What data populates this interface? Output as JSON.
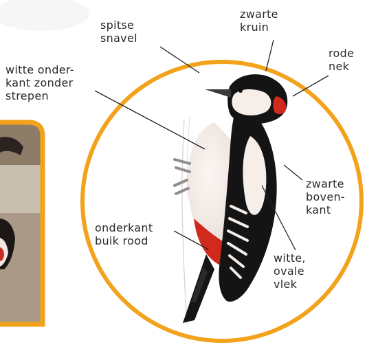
{
  "labels": {
    "beak": [
      "spitse",
      "snavel"
    ],
    "crown": [
      "zwarte",
      "kruin"
    ],
    "neck": [
      "rode",
      "nek"
    ],
    "underside": [
      "witte onder-",
      "kant zonder",
      "strepen"
    ],
    "back": [
      "zwarte",
      "boven-",
      "kant"
    ],
    "belly": [
      "onderkant",
      "buik rood"
    ],
    "patch": [
      "witte,",
      "ovale",
      "vlek"
    ]
  },
  "colors": {
    "ring": "#f2a21b",
    "bird_black": "#141414",
    "bird_red": "#cf2a1c",
    "bird_white": "#f6eee9",
    "line": "#222222"
  }
}
